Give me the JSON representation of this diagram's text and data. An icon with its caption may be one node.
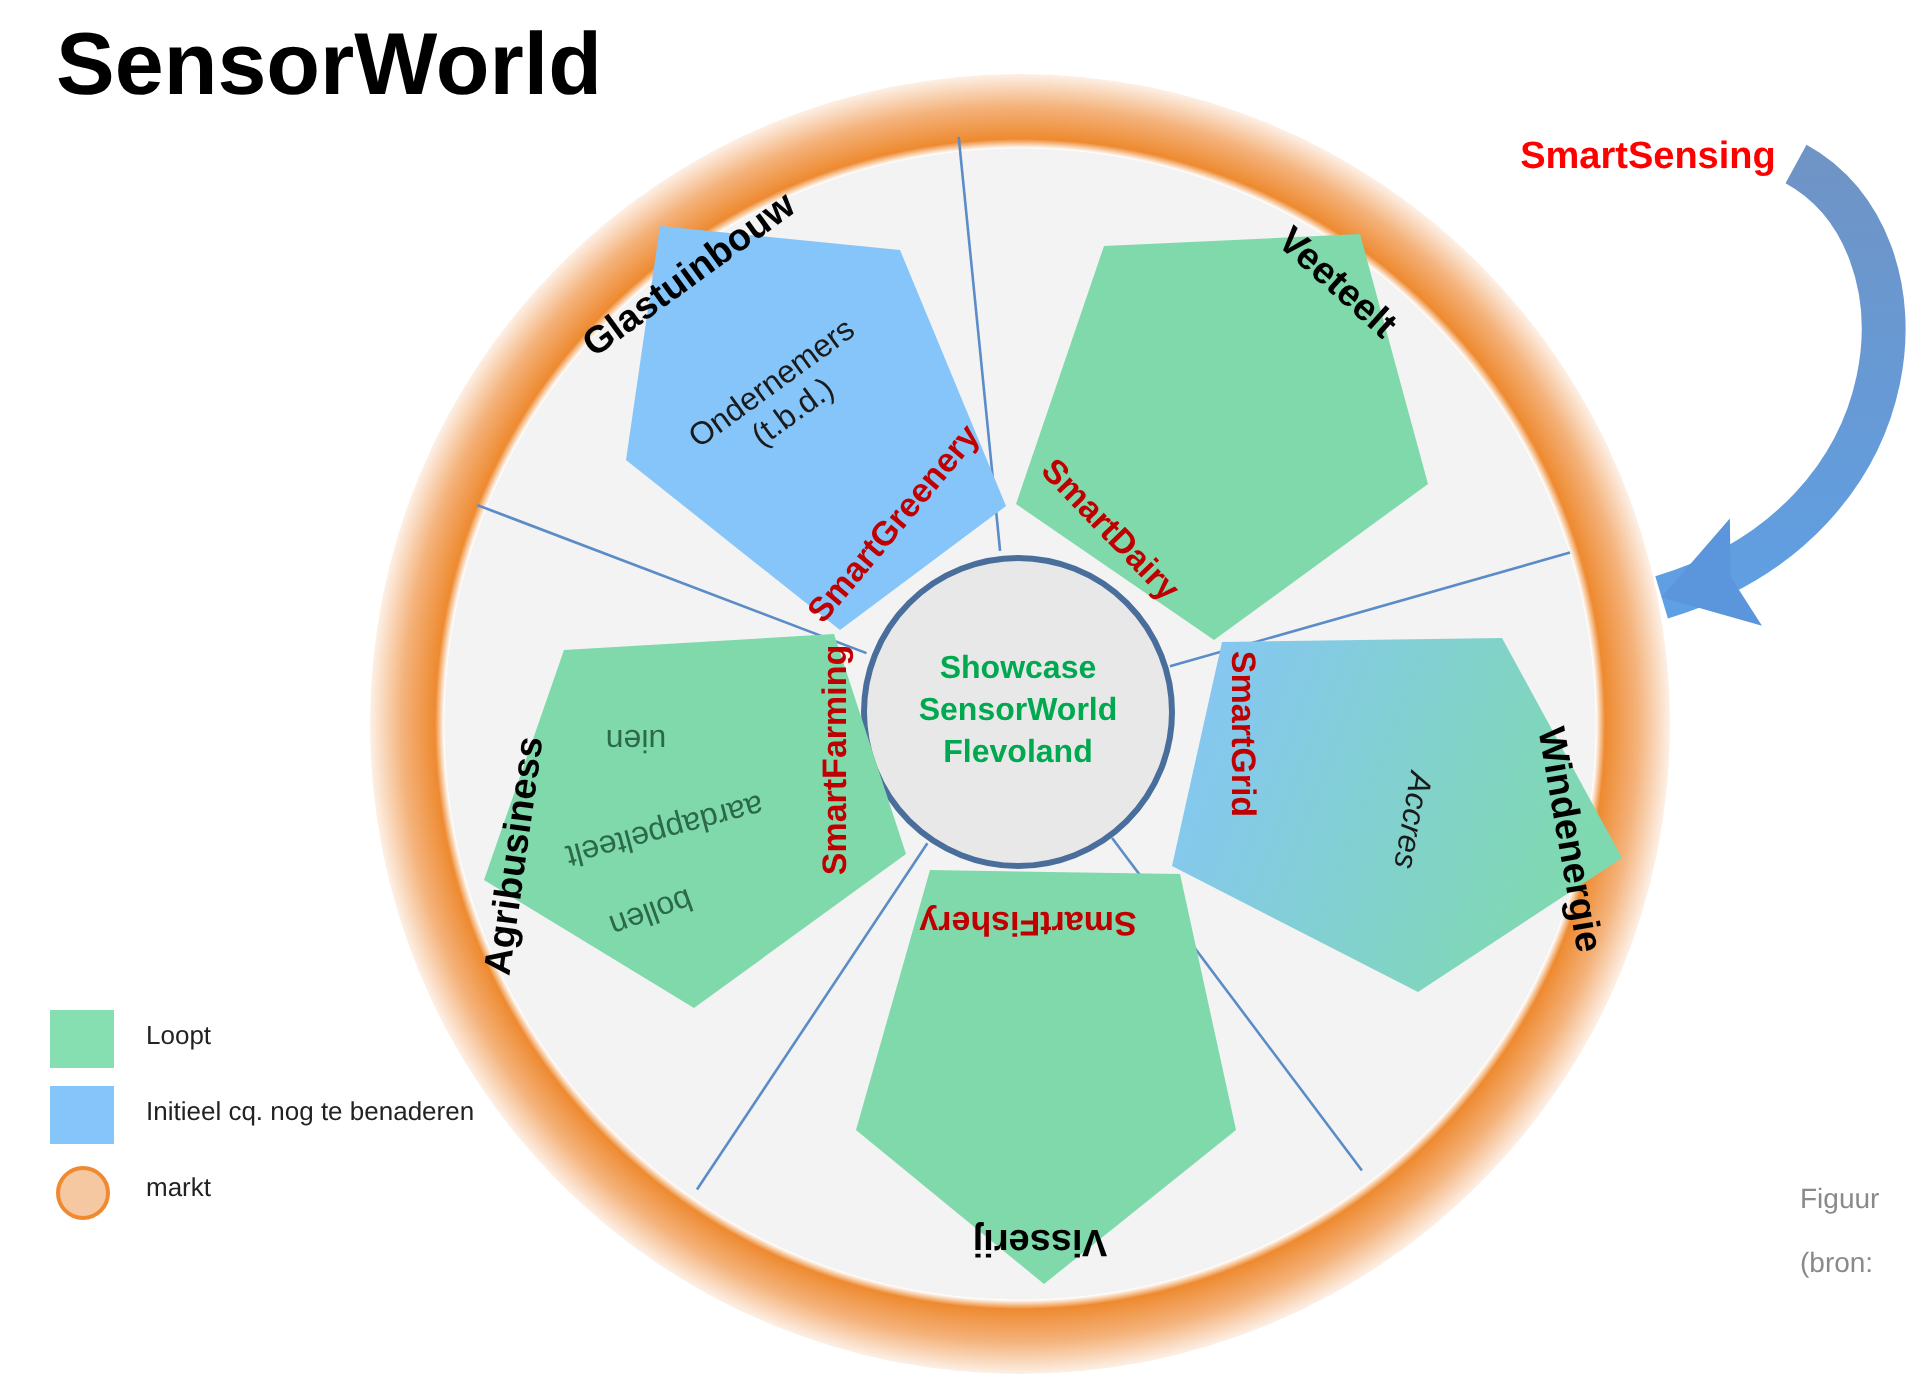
{
  "diagram": {
    "title": "SensorWorld",
    "nodes": [
      {
        "text": [],
        "shape": "circle"
      },
      {
        "text": [
          "Showcase SensorWorld Flevoland"
        ],
        "in": 0
      },
      {
        "text": [
          "Glastuinbouw",
          "Ondernemers (t.b.d.)",
          "SmartGreenery"
        ],
        "in": 0
      },
      {
        "text": [
          "Veeteelt",
          "SmartDairy"
        ],
        "in": 0
      },
      {
        "text": [
          "Windenergie",
          "Accres",
          "SmartGrid"
        ],
        "in": 0
      },
      {
        "text": [
          "Visserij",
          "SmartFishery"
        ],
        "in": 0
      },
      {
        "text": [
          "Agribusiness",
          "uien",
          "aardappelteelt",
          "bollen",
          "SmartFarming"
        ],
        "in": 0
      },
      {
        "text": [
          "SmartSensing"
        ]
      }
    ],
    "edges": [
      {
        "from": 7,
        "to": 0,
        "arrow": "to"
      }
    ],
    "labels": [
      "Figuur",
      "(bron:"
    ],
    "legend": [
      {
        "text": "Loopt",
        "color": "#86dfb0"
      },
      {
        "text": "Initieel cq. nog te benaderen",
        "color": "#86c5f9"
      },
      {
        "text": "markt",
        "color": "#f6c8a2"
      }
    ]
  }
}
